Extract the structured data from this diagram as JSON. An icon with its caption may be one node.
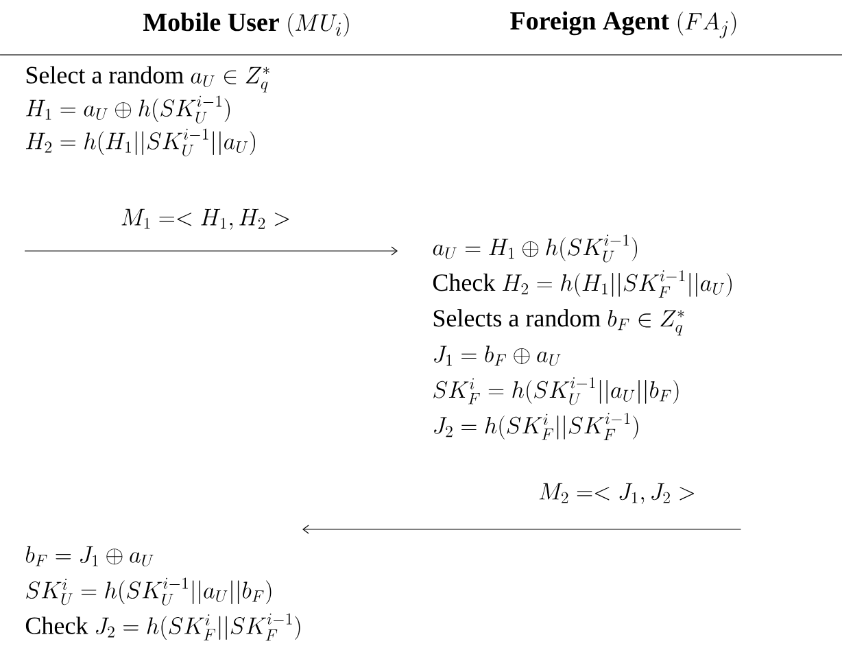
{
  "diagram": {
    "nodes": [
      {
        "text": [
          "\\textbf{Mobile User}\\;(MU_i)"
        ]
      },
      {
        "text": [
          "\\textbf{Foreign Agent}\\;(FA_j)"
        ]
      },
      {
        "text": [
          "\\text{Select a random } a_U \\in Z_q^*",
          "H_1 = a_U \\oplus h(SK_U^{i-1})",
          "H_2 = h(H_1||SK_U^{i-1}||a_U)"
        ]
      },
      {
        "text": [
          "a_U = H_1 \\oplus h(SK_U^{i-1})",
          "\\text{Check } H_2 = h(H_1||SK_F^{i-1}||a_U)",
          "\\text{Selects a random } b_F \\in Z_q^*",
          "J_1 = b_F \\oplus a_U",
          "SK_F^i = h(SK_U^{i-1}||a_U||b_F)",
          "J_2 = h(SK_F^i||SK_F^{i-1})"
        ]
      },
      {
        "text": [
          "b_F = J_1 \\oplus a_U",
          "SK_U^i = h(SK_U^{i-1}||a_U||b_F)",
          "\\text{Check } J_2 = h(SK_F^i||SK_F^{i-1})"
        ]
      }
    ],
    "edges": [
      {
        "from": 2,
        "to": 3,
        "arrow": "to",
        "label": "M_1 =< H_1, H_2 >"
      },
      {
        "from": 3,
        "to": 4,
        "arrow": "to",
        "label": "M_2 =< J_1, J_2 >"
      }
    ]
  }
}
